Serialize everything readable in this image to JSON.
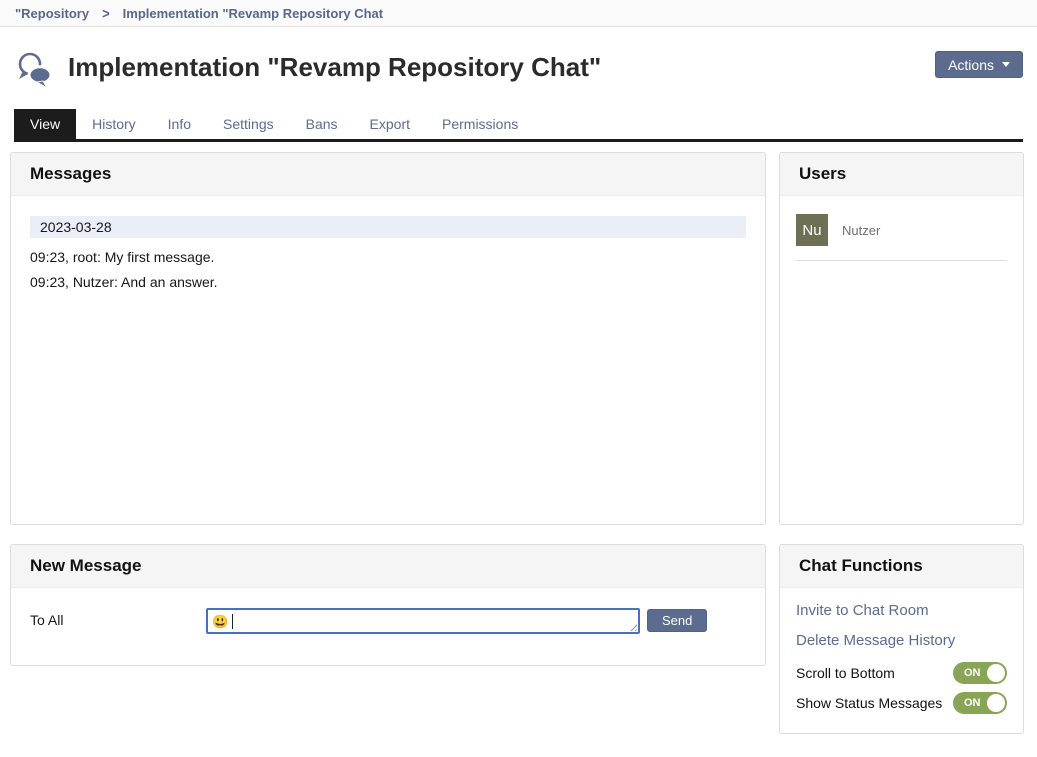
{
  "breadcrumb": {
    "items": [
      "\"Repository",
      "Implementation \"Revamp Repository Chat"
    ]
  },
  "header": {
    "title": "Implementation \"Revamp Repository Chat\"",
    "actions_label": "Actions"
  },
  "tabs": [
    {
      "label": "View",
      "active": true
    },
    {
      "label": "History",
      "active": false
    },
    {
      "label": "Info",
      "active": false
    },
    {
      "label": "Settings",
      "active": false
    },
    {
      "label": "Bans",
      "active": false
    },
    {
      "label": "Export",
      "active": false
    },
    {
      "label": "Permissions",
      "active": false
    }
  ],
  "messages_panel": {
    "title": "Messages",
    "date_separator": "2023-03-28",
    "messages": [
      "09:23, root: My first message.",
      "09:23, Nutzer: And an answer."
    ]
  },
  "users_panel": {
    "title": "Users",
    "users": [
      {
        "initials": "Nu",
        "name": "Nutzer",
        "avatar_color": "#6e7055"
      }
    ]
  },
  "new_message_panel": {
    "title": "New Message",
    "recipient_label": "To All",
    "input_value": "",
    "emoji_icon": "😃",
    "send_label": "Send"
  },
  "chat_functions_panel": {
    "title": "Chat Functions",
    "links": [
      "Invite to Chat Room",
      "Delete Message History"
    ],
    "toggles": [
      {
        "label": "Scroll to Bottom",
        "state": "ON"
      },
      {
        "label": "Show Status Messages",
        "state": "ON"
      }
    ]
  },
  "colors": {
    "accent": "#5b6c8f",
    "tab_active_bg": "#1c1c1c",
    "date_row_bg": "#e9eef7",
    "toggle_on": "#88a556",
    "focus_border": "#4a6fc0",
    "avatar_bg": "#6e7055"
  }
}
